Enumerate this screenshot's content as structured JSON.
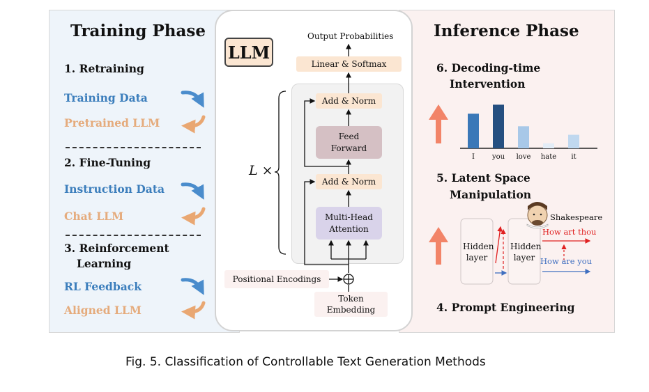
{
  "training": {
    "title": "Training Phase",
    "s1": "1. Retraining",
    "s1_in": "Training Data",
    "s1_out": "Pretrained LLM",
    "s2": "2. Fine-Tuning",
    "s2_in": "Instruction Data",
    "s2_out": "Chat LLM",
    "s3_line1": "3. Reinforcement",
    "s3_line2": "Learning",
    "s3_in": "RL Feedback",
    "s3_out": "Aligned LLM"
  },
  "llm": {
    "badge": "LLM",
    "output": "Output Probabilities",
    "linear": "Linear & Softmax",
    "add_norm_top": "Add & Norm",
    "ff_line1": "Feed",
    "ff_line2": "Forward",
    "add_norm_bottom": "Add & Norm",
    "mha_line1": "Multi-Head",
    "mha_line2": "Attention",
    "repeat": "L ×",
    "pos_enc": "Positional Encodings",
    "tok_line1": "Token",
    "tok_line2": "Embedding"
  },
  "inference": {
    "title": "Inference Phase",
    "s6_line1": "6. Decoding-time",
    "s6_line2": "Intervention",
    "s5_line1": "5. Latent Space",
    "s5_line2": "Manipulation",
    "s4": "4. Prompt Engineering",
    "hidden1_line1": "Hidden",
    "hidden1_line2": "layer",
    "hidden2_line1": "Hidden",
    "hidden2_line2": "layer",
    "speaker": "Shakespeare",
    "styled_text": "How art thou",
    "plain_text": "How are you"
  },
  "chart_data": {
    "type": "bar",
    "categories": [
      "I",
      "you",
      "love",
      "hate",
      "it"
    ],
    "values": [
      0.69,
      0.87,
      0.44,
      0.1,
      0.27
    ],
    "colors": [
      "#3a78b8",
      "#254f80",
      "#a8c8e8",
      "#e3edf7",
      "#c0d8ef"
    ],
    "xlabel": "",
    "ylabel": "",
    "grid": false
  },
  "caption": "Fig. 5.  Classification of Controllable Text Generation Methods",
  "colors": {
    "left_panel": "#eef4fa",
    "right_panel": "#fbf1f0",
    "blue_text": "#3c7ebc",
    "tan_text": "#e5ab7c",
    "block_peach": "#fbe6d2",
    "block_mauve": "#d5c0c4",
    "block_lavender": "#d9d3ea",
    "red_arrow": "#f28468"
  }
}
